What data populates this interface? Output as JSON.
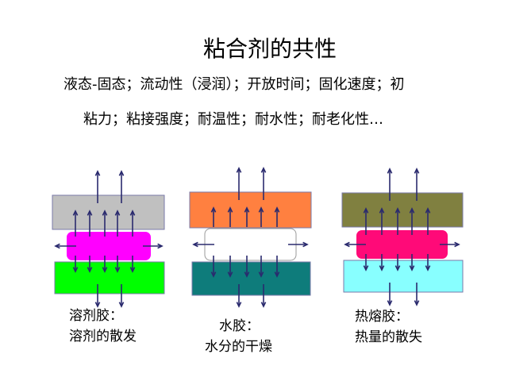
{
  "slide": {
    "title": "粘合剂的共性",
    "line1": "液态-固态；流动性（浸润）；开放时间；固化速度；初",
    "line2": "粘力；粘接强度；耐温性；耐水性；耐老化性…"
  },
  "panels": [
    {
      "caption1": "溶剂胶：",
      "caption2": "溶剂的散发",
      "top_color": "#c0c0c0",
      "mid_color": "#ff00ff",
      "bottom_color": "#00ff00"
    },
    {
      "caption1": "水胶：",
      "caption2": "水分的干燥",
      "top_color": "#ff8040",
      "mid_color": "#ffffff",
      "bottom_color": "#0e7c7b"
    },
    {
      "caption1": "热熔胶：",
      "caption2": "热量的散失",
      "top_color": "#808040",
      "mid_color": "#ff0a78",
      "bottom_color": "#88ffff"
    }
  ],
  "colors": {
    "arrow": "#2a2a6e"
  }
}
